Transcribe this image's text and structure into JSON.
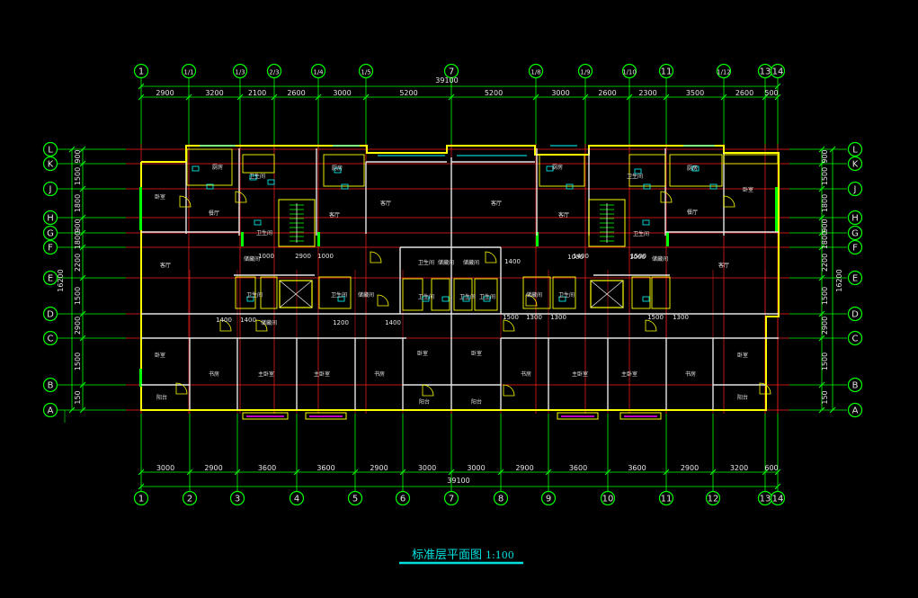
{
  "drawing": {
    "title": "标准层平面图",
    "scale": "1:100",
    "total_width_top": "39100",
    "total_width_bottom": "39100",
    "total_depth": "16200"
  },
  "axes_top": [
    "1",
    "1/1",
    "1/3",
    "2/3",
    "1/4",
    "1/5",
    "7",
    "1/8",
    "1/9",
    "1/10",
    "11",
    "1/12",
    "13",
    "14"
  ],
  "axes_bottom": [
    "1",
    "2",
    "3",
    "4",
    "5",
    "6",
    "7",
    "8",
    "9",
    "10",
    "11",
    "12",
    "13",
    "14"
  ],
  "axes_rows": [
    "L",
    "K",
    "J",
    "H",
    "G",
    "F",
    "E",
    "D",
    "C",
    "B",
    "A"
  ],
  "dims_top": [
    "2900",
    "3200",
    "2100",
    "2600",
    "3000",
    "5200",
    "5200",
    "3000",
    "2600",
    "2300",
    "3500",
    "2600",
    "500"
  ],
  "dims_bottom": [
    "3000",
    "2900",
    "3600",
    "3600",
    "2900",
    "3000",
    "3000",
    "2900",
    "3600",
    "3600",
    "2900",
    "3200",
    "600"
  ],
  "dims_side": [
    "900",
    "1500",
    "1800",
    "900",
    "1800",
    "2200",
    "1500",
    "2900",
    "1500",
    "150"
  ],
  "inner_dims": [
    "2900",
    "1000",
    "1000",
    "1400",
    "1400",
    "1500",
    "1400",
    "1400",
    "1200",
    "1400",
    "1500",
    "1300",
    "1300",
    "1500",
    "1300",
    "1000",
    "1000"
  ],
  "rooms": [
    "卧室",
    "餐厅",
    "厨房",
    "卫生间",
    "客厅",
    "厨房",
    "卫生间",
    "储藏间",
    "客厅",
    "客厅",
    "厨房",
    "卫生间",
    "客厅",
    "厨房",
    "卫生间",
    "储藏间",
    "餐厅",
    "卧室",
    "客厅",
    "客厅",
    "卫生间",
    "储藏间",
    "卫生间",
    "储藏间",
    "卫生间",
    "储藏间",
    "卫生间",
    "储藏间",
    "卫生间",
    "卫生间",
    "储藏间",
    "卫生间",
    "卧室",
    "书房",
    "主卧室",
    "主卧室",
    "书房",
    "卧室",
    "卧室",
    "书房",
    "主卧室",
    "主卧室",
    "书房",
    "卧室",
    "阳台",
    "阳台",
    "阳台",
    "阳台"
  ]
}
